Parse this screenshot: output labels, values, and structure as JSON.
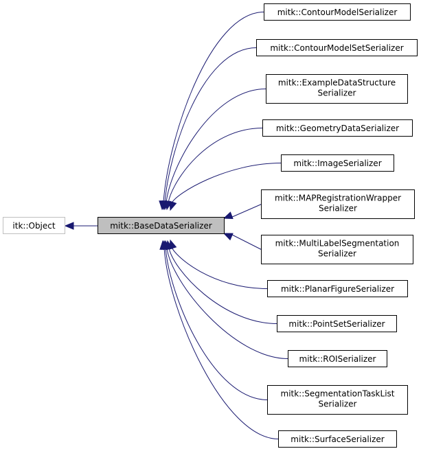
{
  "diagram": {
    "parent": {
      "label": "itk::Object"
    },
    "focus": {
      "label": "mitk::BaseDataSerializer"
    },
    "children": [
      {
        "lines": [
          "mitk::ContourModelSerializer"
        ]
      },
      {
        "lines": [
          "mitk::ContourModelSetSerializer"
        ]
      },
      {
        "lines": [
          "mitk::ExampleDataStructure",
          "Serializer"
        ]
      },
      {
        "lines": [
          "mitk::GeometryDataSerializer"
        ]
      },
      {
        "lines": [
          "mitk::ImageSerializer"
        ]
      },
      {
        "lines": [
          "mitk::MAPRegistrationWrapper",
          "Serializer"
        ]
      },
      {
        "lines": [
          "mitk::MultiLabelSegmentation",
          "Serializer"
        ]
      },
      {
        "lines": [
          "mitk::PlanarFigureSerializer"
        ]
      },
      {
        "lines": [
          "mitk::PointSetSerializer"
        ]
      },
      {
        "lines": [
          "mitk::ROISerializer"
        ]
      },
      {
        "lines": [
          "mitk::SegmentationTaskList",
          "Serializer"
        ]
      },
      {
        "lines": [
          "mitk::SurfaceSerializer"
        ]
      }
    ],
    "colors": {
      "edge": "#191970",
      "focus_fill": "#bfbfbf",
      "external_border": "#bfbfbf"
    }
  }
}
